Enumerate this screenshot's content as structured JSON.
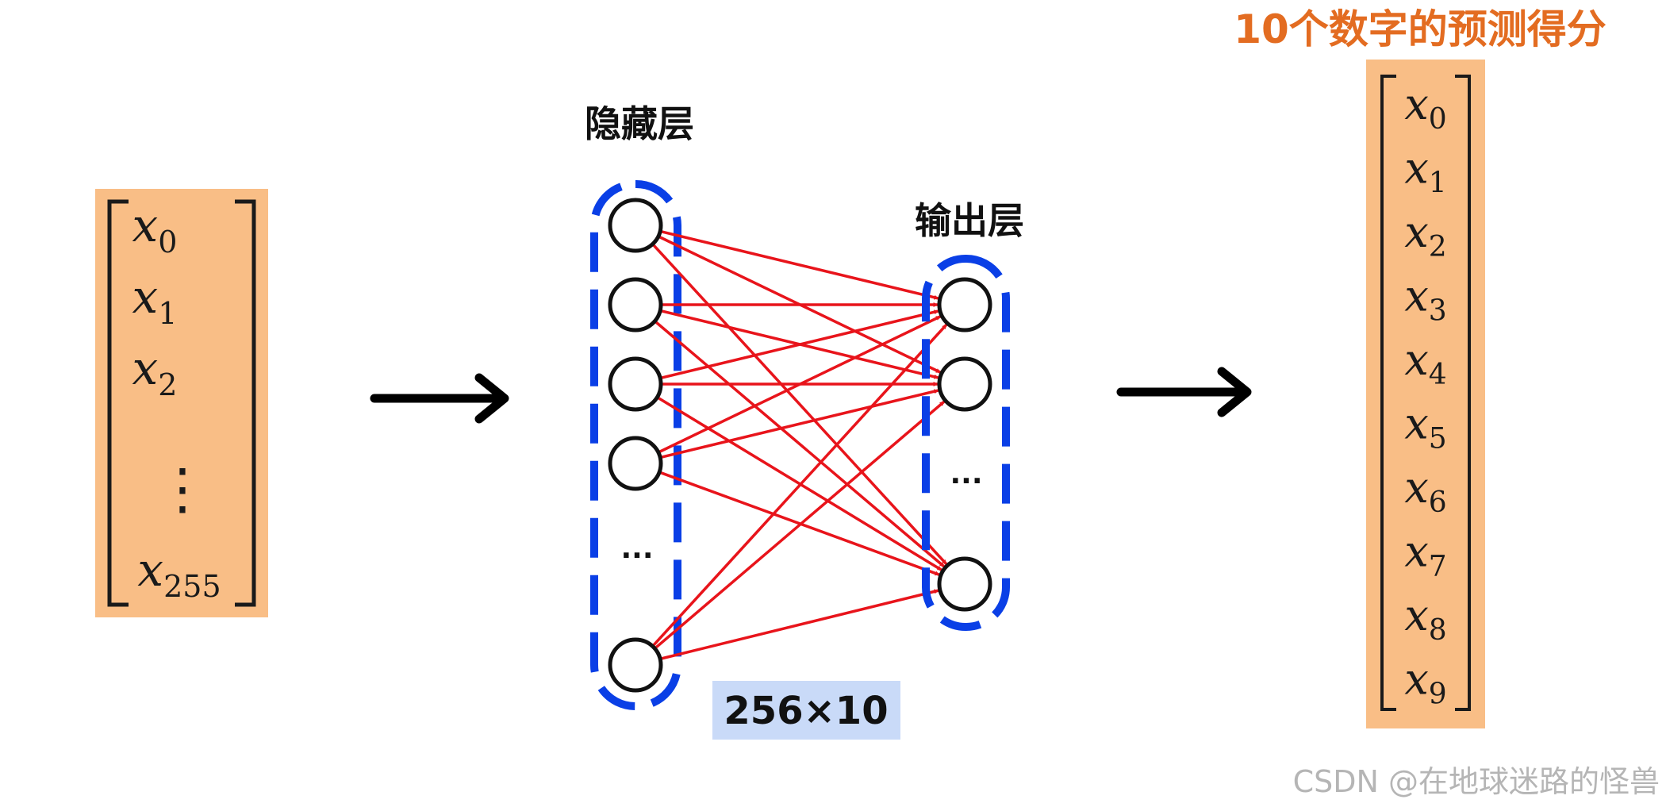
{
  "input_vector": {
    "entries": [
      {
        "base": "x",
        "sub": "0"
      },
      {
        "base": "x",
        "sub": "1"
      },
      {
        "base": "x",
        "sub": "2"
      }
    ],
    "ellipsis": "⋮",
    "last": {
      "base": "x",
      "sub": "255"
    }
  },
  "hidden_layer": {
    "label": "隐藏层",
    "ellipsis": "···"
  },
  "output_layer": {
    "label": "输出层",
    "ellipsis": "···"
  },
  "weight_matrix": {
    "label": "256×10"
  },
  "output_vector": {
    "title": "10个数字的预测得分",
    "entries": [
      {
        "base": "x",
        "sub": "0"
      },
      {
        "base": "x",
        "sub": "1"
      },
      {
        "base": "x",
        "sub": "2"
      },
      {
        "base": "x",
        "sub": "3"
      },
      {
        "base": "x",
        "sub": "4"
      },
      {
        "base": "x",
        "sub": "5"
      },
      {
        "base": "x",
        "sub": "6"
      },
      {
        "base": "x",
        "sub": "7"
      },
      {
        "base": "x",
        "sub": "8"
      },
      {
        "base": "x",
        "sub": "9"
      }
    ]
  },
  "watermark": "CSDN @在地球迷路的怪兽",
  "colors": {
    "vector_fill": "#F9BE86",
    "title_orange": "#E36C21",
    "connection_red": "#E8141B",
    "dashed_blue": "#0A3FE6",
    "matrix_label_bg": "#C9DAF8",
    "watermark_gray": "#B5B5B5"
  }
}
